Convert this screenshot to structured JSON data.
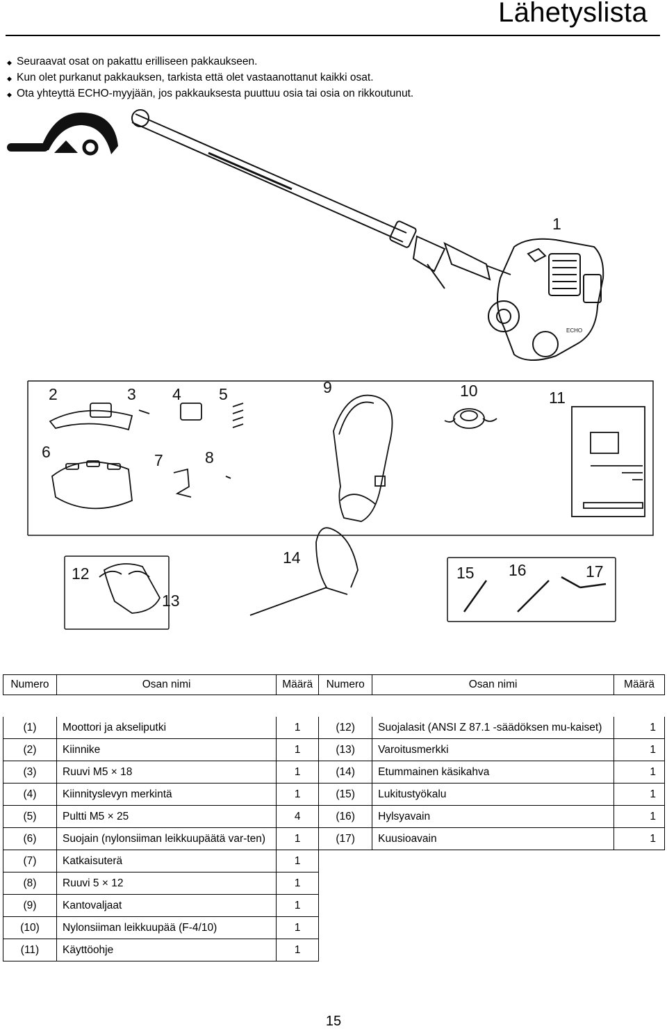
{
  "header": {
    "title": "Lähetyslista"
  },
  "bullets": [
    "Seuraavat osat on pakattu erilliseen pakkaukseen.",
    "Kun olet purkanut pakkauksen, tarkista että olet vastaanottanut kaikki osat.",
    "Ota yhteyttä ECHO-myyjään, jos pakkauksesta puuttuu osia tai osia on rikkoutunut."
  ],
  "figure": {
    "labels": [
      "1",
      "2",
      "3",
      "4",
      "5",
      "6",
      "7",
      "8",
      "9",
      "10",
      "11",
      "12",
      "13",
      "14",
      "15",
      "16",
      "17"
    ],
    "brand_mark": "ECHO"
  },
  "table": {
    "headers": [
      "Numero",
      "Osan nimi",
      "Määrä",
      "Numero",
      "Osan nimi",
      "Määrä"
    ],
    "left": [
      {
        "num": "(1)",
        "name": "Moottori ja akseliputki",
        "qty": "1"
      },
      {
        "num": "(2)",
        "name": "Kiinnike",
        "qty": "1"
      },
      {
        "num": "(3)",
        "name": "Ruuvi M5 × 18",
        "qty": "1"
      },
      {
        "num": "(4)",
        "name": "Kiinnityslevyn merkintä",
        "qty": "1"
      },
      {
        "num": "(5)",
        "name": "Pultti M5 × 25",
        "qty": "4"
      },
      {
        "num": "(6)",
        "name": "Suojain (nylonsiiman leikkuupäätä var-ten)",
        "qty": "1"
      },
      {
        "num": "(7)",
        "name": "Katkaisuterä",
        "qty": "1"
      },
      {
        "num": "(8)",
        "name": "Ruuvi 5 × 12",
        "qty": "1"
      },
      {
        "num": "(9)",
        "name": "Kantovaljaat",
        "qty": "1"
      },
      {
        "num": "(10)",
        "name": "Nylonsiiman leikkuupää (F-4/10)",
        "qty": "1"
      },
      {
        "num": "(11)",
        "name": "Käyttöohje",
        "qty": "1"
      }
    ],
    "right": [
      {
        "num": "(12)",
        "name": "Suojalasit (ANSI Z 87.1 -säädöksen mu-kaiset)",
        "qty": "1"
      },
      {
        "num": "(13)",
        "name": "Varoitusmerkki",
        "qty": "1"
      },
      {
        "num": "(14)",
        "name": "Etummainen käsikahva",
        "qty": "1"
      },
      {
        "num": "(15)",
        "name": "Lukitustyökalu",
        "qty": "1"
      },
      {
        "num": "(16)",
        "name": "Hylsyavain",
        "qty": "1"
      },
      {
        "num": "(17)",
        "name": "Kuusioavain",
        "qty": "1"
      }
    ]
  },
  "footer": {
    "page_number": "15"
  }
}
